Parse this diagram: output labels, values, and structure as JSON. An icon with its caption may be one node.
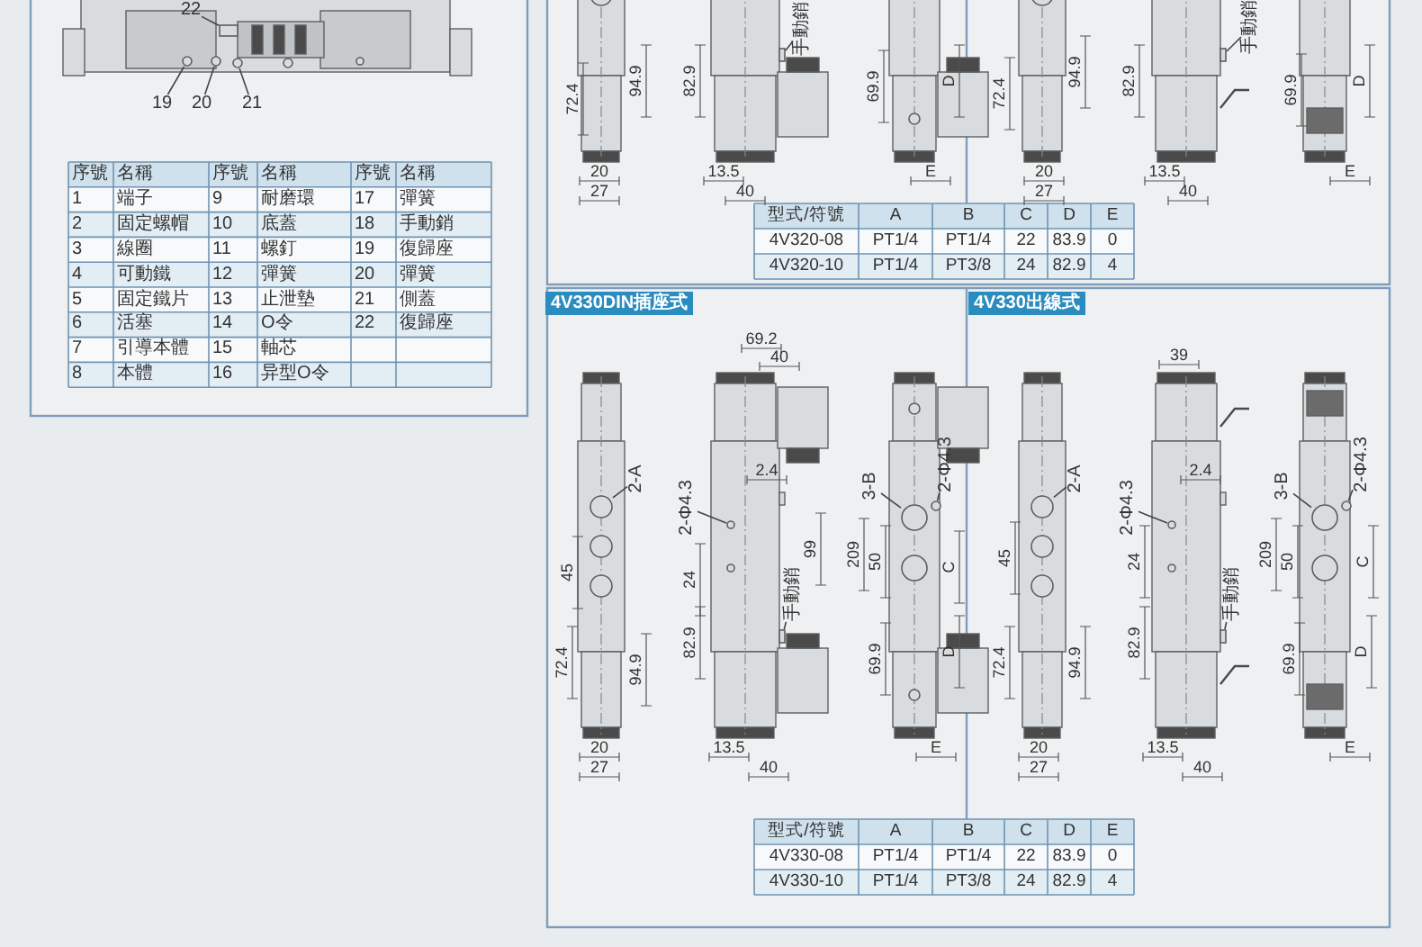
{
  "diagram": {
    "nodes": [
      {
        "text": [
          "22"
        ]
      },
      {
        "text": [
          "19"
        ]
      },
      {
        "text": [
          "20"
        ]
      },
      {
        "text": [
          "21"
        ]
      },
      {
        "text": [
          "手動銷"
        ]
      },
      {
        "text": [
          "手動銷"
        ]
      },
      {
        "text": [
          "4V330DIN插座式"
        ]
      },
      {
        "text": [
          "4V330出線式"
        ]
      },
      {
        "text": [
          "2-A"
        ]
      },
      {
        "text": [
          "2-Φ4.3"
        ]
      },
      {
        "text": [
          "手動銷"
        ]
      },
      {
        "text": [
          "3-B"
        ]
      },
      {
        "text": [
          "2-Φ4.3"
        ]
      },
      {
        "text": [
          "2-A"
        ]
      },
      {
        "text": [
          "2-Φ4.3"
        ]
      },
      {
        "text": [
          "手動銷"
        ]
      },
      {
        "text": [
          "3-B"
        ]
      },
      {
        "text": [
          "2-Φ4.3"
        ]
      },
      {
        "text": [],
        "shape": "box"
      },
      {
        "text": [],
        "shape": "circle"
      },
      {
        "text": [],
        "shape": "circle"
      },
      {
        "text": [],
        "shape": "circle"
      },
      {
        "text": [],
        "shape": "box"
      },
      {
        "text": [],
        "shape": "box"
      },
      {
        "text": [],
        "shape": "circle"
      },
      {
        "text": [],
        "shape": "circle"
      },
      {
        "text": [],
        "shape": "box"
      },
      {
        "text": [],
        "shape": "circle"
      },
      {
        "text": [],
        "shape": "circle"
      },
      {
        "text": [],
        "shape": "circle"
      },
      {
        "text": [],
        "shape": "circle"
      },
      {
        "text": [],
        "shape": "box"
      },
      {
        "text": [],
        "shape": "circle"
      },
      {
        "text": [],
        "shape": "circle"
      }
    ],
    "edges": [
      {
        "from": 0,
        "to": 18,
        "arrow": "none"
      },
      {
        "from": 1,
        "to": 19,
        "arrow": "none"
      },
      {
        "from": 2,
        "to": 20,
        "arrow": "none"
      },
      {
        "from": 3,
        "to": 21,
        "arrow": "none"
      },
      {
        "from": 4,
        "to": 22,
        "arrow": "none"
      },
      {
        "from": 5,
        "to": 23,
        "arrow": "none"
      },
      {
        "from": 8,
        "to": 24,
        "arrow": "none"
      },
      {
        "from": 9,
        "to": 25,
        "arrow": "none"
      },
      {
        "from": 10,
        "to": 26,
        "arrow": "none"
      },
      {
        "from": 11,
        "to": 27,
        "arrow": "none"
      },
      {
        "from": 12,
        "to": 28,
        "arrow": "none"
      },
      {
        "from": 13,
        "to": 29,
        "arrow": "none"
      },
      {
        "from": 14,
        "to": 30,
        "arrow": "none"
      },
      {
        "from": 15,
        "to": 31,
        "arrow": "none"
      },
      {
        "from": 16,
        "to": 32,
        "arrow": "none"
      },
      {
        "from": 17,
        "to": 33,
        "arrow": "none"
      }
    ],
    "labels": [
      "72.4",
      "94.9",
      "20",
      "27",
      "82.9",
      "13.5",
      "40",
      "69.9",
      "D",
      "E",
      "72.4",
      "94.9",
      "20",
      "27",
      "82.9",
      "13.5",
      "40",
      "69.9",
      "D",
      "E",
      "型式/符號",
      "A",
      "B",
      "C",
      "D",
      "E",
      "4V320-08",
      "PT1/4",
      "PT1/4",
      "22",
      "83.9",
      "0",
      "4V320-10",
      "PT1/4",
      "PT3/8",
      "24",
      "82.9",
      "4",
      "序號",
      "名稱",
      "序號",
      "名稱",
      "序號",
      "名稱",
      "1",
      "端子",
      "9",
      "耐磨環",
      "17",
      "彈簧",
      "2",
      "固定螺帽",
      "10",
      "底蓋",
      "18",
      "手動銷",
      "3",
      "線圈",
      "11",
      "螺釘",
      "19",
      "復歸座",
      "4",
      "可動鐵",
      "12",
      "彈簧",
      "20",
      "彈簧",
      "5",
      "固定鐵片",
      "13",
      "止泄墊",
      "21",
      "側蓋",
      "6",
      "活塞",
      "14",
      "O令",
      "22",
      "復歸座",
      "7",
      "引導本體",
      "15",
      "軸芯",
      "8",
      "本體",
      "16",
      "异型O令",
      "69.2",
      "40",
      "2.4",
      "99",
      "45",
      "24",
      "209",
      "50",
      "C",
      "82.9",
      "72.4",
      "94.9",
      "69.9",
      "D",
      "20",
      "27",
      "13.5",
      "40",
      "E",
      "39",
      "2.4",
      "45",
      "24",
      "209",
      "50",
      "C",
      "82.9",
      "72.4",
      "94.9",
      "69.9",
      "D",
      "20",
      "27",
      "13.5",
      "40",
      "E",
      "型式/符號",
      "A",
      "B",
      "C",
      "D",
      "E",
      "4V330-08",
      "PT1/4",
      "PT1/4",
      "22",
      "83.9",
      "0",
      "4V330-10",
      "PT1/4",
      "PT3/8",
      "24",
      "82.9",
      "4"
    ]
  }
}
